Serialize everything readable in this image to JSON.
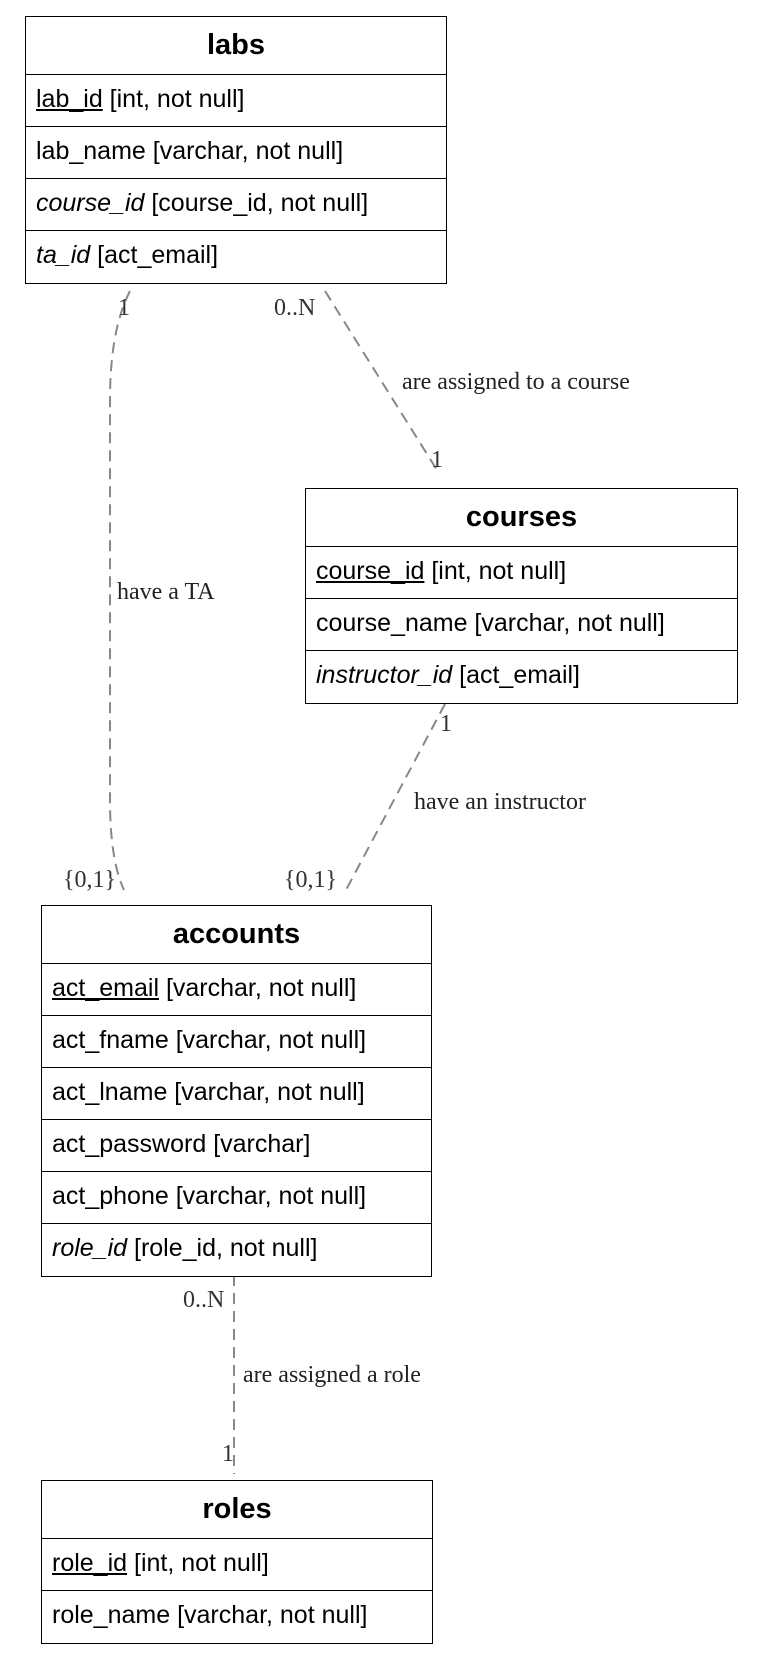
{
  "entities": {
    "labs": {
      "title": "labs",
      "fields": [
        {
          "name": "lab_id",
          "type": " [int, not null]",
          "key": "pk"
        },
        {
          "name": "lab_name",
          "type": " [varchar, not null]",
          "key": ""
        },
        {
          "name": "course_id",
          "type": " [course_id, not null]",
          "key": "fk"
        },
        {
          "name": "ta_id",
          "type": " [act_email]",
          "key": "fk"
        }
      ]
    },
    "courses": {
      "title": "courses",
      "fields": [
        {
          "name": "course_id",
          "type": " [int, not null]",
          "key": "pk"
        },
        {
          "name": "course_name",
          "type": " [varchar, not null]",
          "key": ""
        },
        {
          "name": "instructor_id",
          "type": " [act_email]",
          "key": "fk"
        }
      ]
    },
    "accounts": {
      "title": "accounts",
      "fields": [
        {
          "name": "act_email",
          "type": " [varchar, not null]",
          "key": "pk"
        },
        {
          "name": "act_fname",
          "type": " [varchar, not null]",
          "key": ""
        },
        {
          "name": "act_lname",
          "type": " [varchar, not null]",
          "key": ""
        },
        {
          "name": "act_password",
          "type": " [varchar]",
          "key": ""
        },
        {
          "name": "act_phone",
          "type": " [varchar, not null]",
          "key": ""
        },
        {
          "name": "role_id",
          "type": " [role_id, not null]",
          "key": "fk"
        }
      ]
    },
    "roles": {
      "title": "roles",
      "fields": [
        {
          "name": "role_id",
          "type": " [int, not null]",
          "key": "pk"
        },
        {
          "name": "role_name",
          "type": " [varchar, not null]",
          "key": ""
        }
      ]
    }
  },
  "relationships": [
    {
      "id": "labs-courses",
      "label": "are assigned to a course",
      "from_card": "0..N",
      "to_card": "1"
    },
    {
      "id": "labs-accounts",
      "label": "have a TA",
      "from_card": "1",
      "to_card": "{0,1}"
    },
    {
      "id": "courses-accounts",
      "label": "have an instructor",
      "from_card": "1",
      "to_card": "{0,1}"
    },
    {
      "id": "accounts-roles",
      "label": "are assigned a role",
      "from_card": "0..N",
      "to_card": "1"
    }
  ],
  "colors": {
    "line": "#888888",
    "border": "#000000"
  }
}
